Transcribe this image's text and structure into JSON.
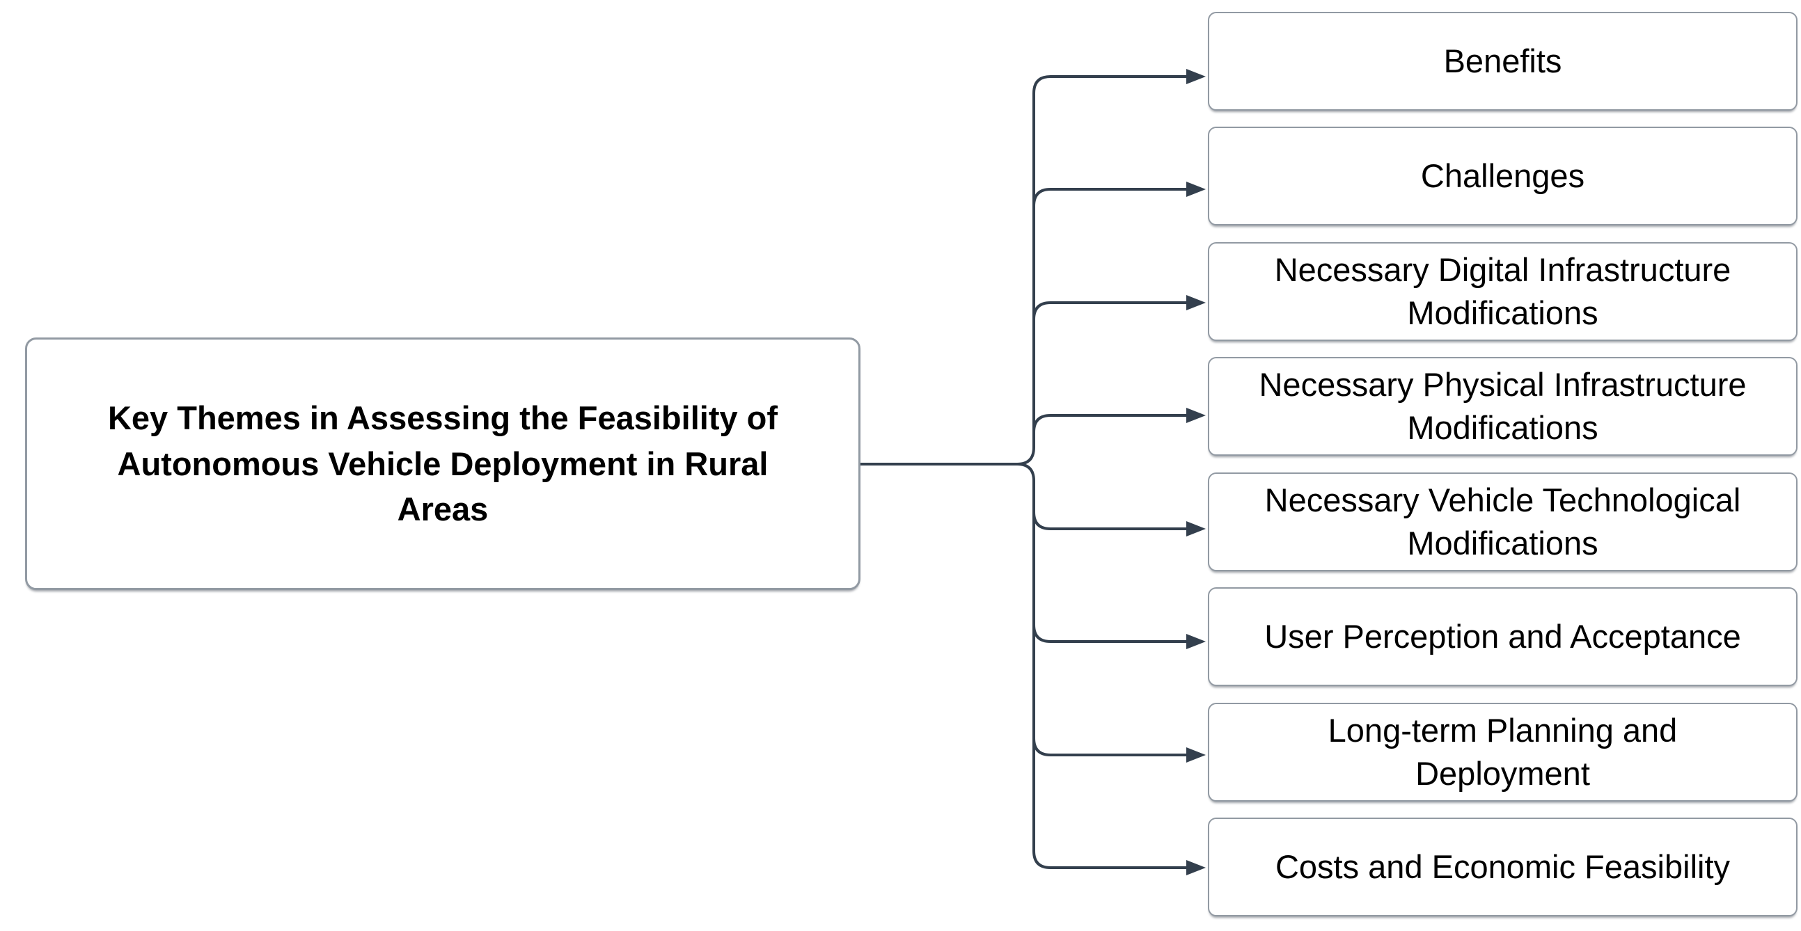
{
  "diagram": {
    "type": "mindmap",
    "root": {
      "id": "root",
      "label": "Key Themes in Assessing the Feasibility of\nAutonomous Vehicle Deployment in Rural\nAreas"
    },
    "children": [
      {
        "id": "benefits",
        "label": "Benefits"
      },
      {
        "id": "challenges",
        "label": "Challenges"
      },
      {
        "id": "digital-infrastructure-modifications",
        "label": "Necessary Digital Infrastructure\nModifications"
      },
      {
        "id": "physical-infrastructure-modifications",
        "label": "Necessary Physical Infrastructure\nModifications"
      },
      {
        "id": "vehicle-technological-modifications",
        "label": "Necessary Vehicle Technological\nModifications"
      },
      {
        "id": "user-perception-acceptance",
        "label": "User Perception and Acceptance"
      },
      {
        "id": "long-term-planning-deployment",
        "label": "Long-term Planning and\nDeployment"
      },
      {
        "id": "costs-economic-feasibility",
        "label": "Costs and Economic Feasibility"
      }
    ],
    "colors": {
      "edge_color": "#333f4d",
      "node_border_color": "#929aa3",
      "node_fill": "#ffffff",
      "text_color": "#000000"
    }
  }
}
